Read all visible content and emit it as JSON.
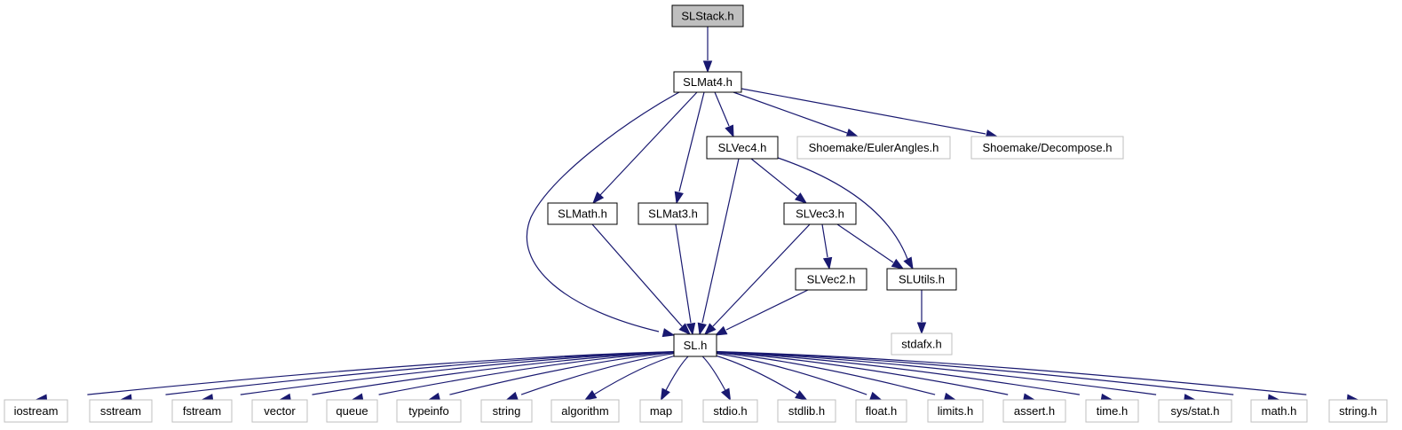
{
  "colors": {
    "edge": "#191970",
    "root_fill": "#bfbfbf",
    "documented_border": "#000000",
    "external_border": "#bfbfbf"
  },
  "nodes": [
    {
      "id": "slstack",
      "label": "SLStack.h",
      "kind": "root"
    },
    {
      "id": "slmat4",
      "label": "SLMat4.h",
      "kind": "doc"
    },
    {
      "id": "slvec4",
      "label": "SLVec4.h",
      "kind": "doc"
    },
    {
      "id": "eulerangles",
      "label": "Shoemake/EulerAngles.h",
      "kind": "ext"
    },
    {
      "id": "decompose",
      "label": "Shoemake/Decompose.h",
      "kind": "ext"
    },
    {
      "id": "slmath",
      "label": "SLMath.h",
      "kind": "doc"
    },
    {
      "id": "slmat3",
      "label": "SLMat3.h",
      "kind": "doc"
    },
    {
      "id": "slvec3",
      "label": "SLVec3.h",
      "kind": "doc"
    },
    {
      "id": "slvec2",
      "label": "SLVec2.h",
      "kind": "doc"
    },
    {
      "id": "slutils",
      "label": "SLUtils.h",
      "kind": "doc"
    },
    {
      "id": "stdafx",
      "label": "stdafx.h",
      "kind": "ext"
    },
    {
      "id": "sl",
      "label": "SL.h",
      "kind": "doc"
    },
    {
      "id": "iostream",
      "label": "iostream",
      "kind": "ext"
    },
    {
      "id": "sstream",
      "label": "sstream",
      "kind": "ext"
    },
    {
      "id": "fstream",
      "label": "fstream",
      "kind": "ext"
    },
    {
      "id": "vector",
      "label": "vector",
      "kind": "ext"
    },
    {
      "id": "queue",
      "label": "queue",
      "kind": "ext"
    },
    {
      "id": "typeinfo",
      "label": "typeinfo",
      "kind": "ext"
    },
    {
      "id": "string",
      "label": "string",
      "kind": "ext"
    },
    {
      "id": "algorithm",
      "label": "algorithm",
      "kind": "ext"
    },
    {
      "id": "map",
      "label": "map",
      "kind": "ext"
    },
    {
      "id": "stdio",
      "label": "stdio.h",
      "kind": "ext"
    },
    {
      "id": "stdlib",
      "label": "stdlib.h",
      "kind": "ext"
    },
    {
      "id": "float",
      "label": "float.h",
      "kind": "ext"
    },
    {
      "id": "limits",
      "label": "limits.h",
      "kind": "ext"
    },
    {
      "id": "assert",
      "label": "assert.h",
      "kind": "ext"
    },
    {
      "id": "time",
      "label": "time.h",
      "kind": "ext"
    },
    {
      "id": "sysstat",
      "label": "sys/stat.h",
      "kind": "ext"
    },
    {
      "id": "mathh",
      "label": "math.h",
      "kind": "ext"
    },
    {
      "id": "stringh",
      "label": "string.h",
      "kind": "ext"
    }
  ],
  "edges": [
    {
      "from": "slstack",
      "to": "slmat4"
    },
    {
      "from": "slmat4",
      "to": "sl"
    },
    {
      "from": "slmat4",
      "to": "slmath"
    },
    {
      "from": "slmat4",
      "to": "slmat3"
    },
    {
      "from": "slmat4",
      "to": "slvec4"
    },
    {
      "from": "slmat4",
      "to": "eulerangles"
    },
    {
      "from": "slmat4",
      "to": "decompose"
    },
    {
      "from": "slvec4",
      "to": "sl"
    },
    {
      "from": "slvec4",
      "to": "slvec3"
    },
    {
      "from": "slvec4",
      "to": "slutils"
    },
    {
      "from": "slmath",
      "to": "sl"
    },
    {
      "from": "slmat3",
      "to": "sl"
    },
    {
      "from": "slvec3",
      "to": "sl"
    },
    {
      "from": "slvec3",
      "to": "slvec2"
    },
    {
      "from": "slvec3",
      "to": "slutils"
    },
    {
      "from": "slvec2",
      "to": "sl"
    },
    {
      "from": "slutils",
      "to": "stdafx"
    },
    {
      "from": "sl",
      "to": "iostream"
    },
    {
      "from": "sl",
      "to": "sstream"
    },
    {
      "from": "sl",
      "to": "fstream"
    },
    {
      "from": "sl",
      "to": "vector"
    },
    {
      "from": "sl",
      "to": "queue"
    },
    {
      "from": "sl",
      "to": "typeinfo"
    },
    {
      "from": "sl",
      "to": "string"
    },
    {
      "from": "sl",
      "to": "algorithm"
    },
    {
      "from": "sl",
      "to": "map"
    },
    {
      "from": "sl",
      "to": "stdio"
    },
    {
      "from": "sl",
      "to": "stdlib"
    },
    {
      "from": "sl",
      "to": "float"
    },
    {
      "from": "sl",
      "to": "limits"
    },
    {
      "from": "sl",
      "to": "assert"
    },
    {
      "from": "sl",
      "to": "time"
    },
    {
      "from": "sl",
      "to": "sysstat"
    },
    {
      "from": "sl",
      "to": "mathh"
    },
    {
      "from": "sl",
      "to": "stringh"
    }
  ]
}
